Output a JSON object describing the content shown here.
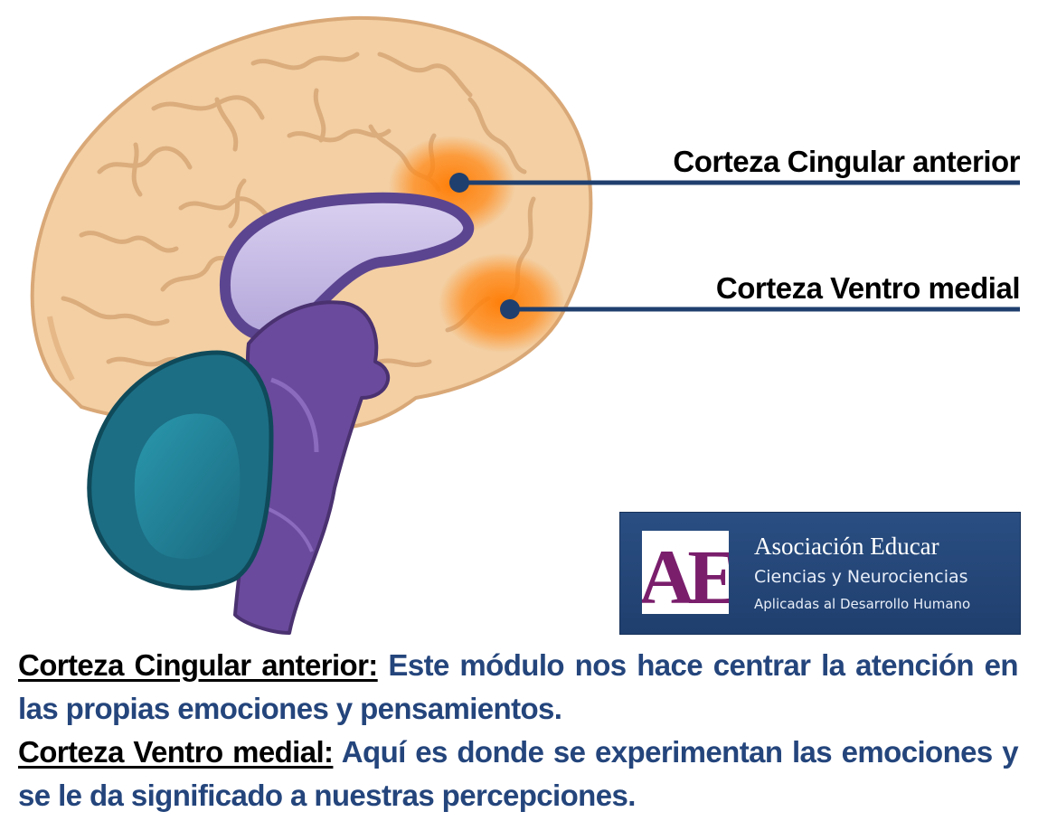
{
  "callouts": [
    {
      "label": "Corteza Cingular anterior",
      "color": "#1f3f6e",
      "highlight": "#ff8a1a"
    },
    {
      "label": "Corteza Ventro medial",
      "color": "#1f3f6e",
      "highlight": "#ff8a1a"
    }
  ],
  "logo": {
    "mark": "AE",
    "title": "Asociación Educar",
    "subtitle": "Ciencias y Neurociencias",
    "tagline": "Aplicadas al Desarrollo Humano"
  },
  "descriptions": [
    {
      "term": "Corteza Cingular anterior:",
      "text": "Este módulo nos hace centrar la atención en las propias emociones y pensamientos."
    },
    {
      "term": "Corteza Ventro medial:",
      "text": "Aquí es donde se experimentan las emociones y se le da significado a nuestras percepciones."
    }
  ],
  "colors": {
    "cortex": "#f3cfa3",
    "corpus_callosum": "#c4b7e3",
    "brainstem": "#6a4a9c",
    "cerebellum": "#1f7f95",
    "highlight": "#ff8a1a",
    "description_text": "#24457c"
  }
}
